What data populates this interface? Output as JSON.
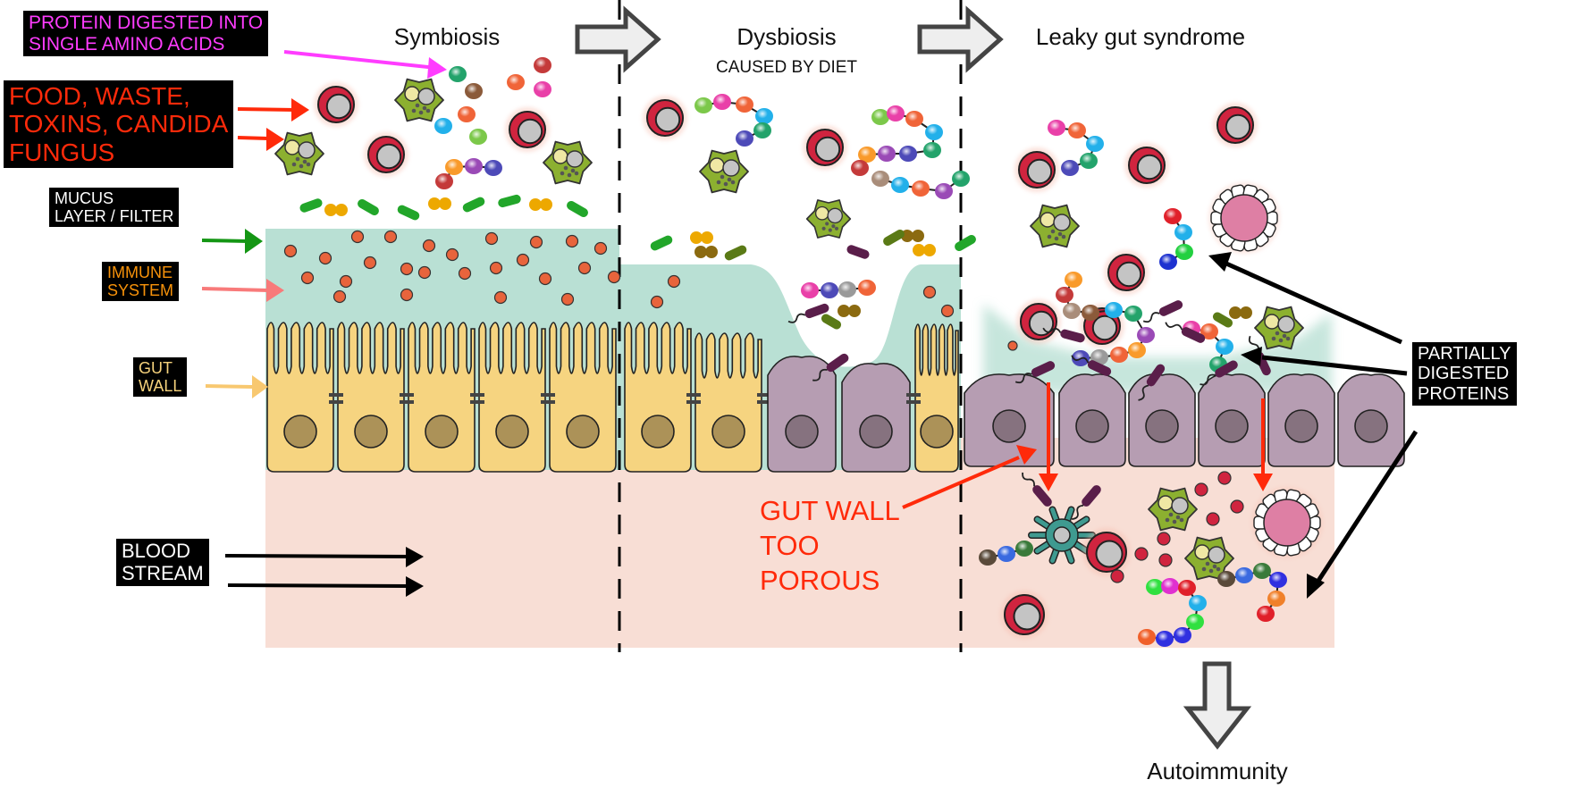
{
  "stages": [
    {
      "title": "Symbiosis",
      "subtitle": ""
    },
    {
      "title": "Dysbiosis",
      "subtitle": "CAUSED BY DIET"
    },
    {
      "title": "Leaky gut syndrome",
      "subtitle": ""
    }
  ],
  "outcome": "Autoimmunity",
  "labels": {
    "protein_digested": {
      "text": "PROTEIN DIGESTED INTO\nSINGLE AMINO ACIDS",
      "color": "#ff3cff"
    },
    "food_waste": {
      "text": "FOOD, WASTE,\nTOXINS, CANDIDA\nFUNGUS",
      "color": "#ff2a0a"
    },
    "mucus": {
      "text": "MUCUS\nLAYER / FILTER",
      "color": "#ffffff"
    },
    "immune": {
      "text": "IMMUNE\nSYSTEM",
      "color": "#f7920a"
    },
    "gut_wall": {
      "text": "GUT\nWALL",
      "color": "#f6d27c"
    },
    "blood": {
      "text": "BLOOD\nSTREAM",
      "color": "#ffffff"
    },
    "partially_digested": {
      "text": "PARTIALLY\nDIGESTED\nPROTEINS",
      "color": "#ffffff"
    },
    "porous": {
      "text": "GUT WALL\nTOO\nPOROUS",
      "color": "#ff2a0a"
    }
  },
  "colors": {
    "mucus": "#b9e0d4",
    "blood": "#f8ded5",
    "healthy_cell": "#f6d480",
    "healthy_nucleus": "#ac9258",
    "damaged_cell": "#b69db2",
    "damaged_nucleus": "#86727f",
    "immune_dot": "#e8643c",
    "blood_cell": "#d0243f",
    "candida": "#8cb030",
    "mucus_arrow": "#149614",
    "immune_arrow": "#f87a7a",
    "gut_arrow": "#f8c870",
    "red_arrow": "#ff2a0a",
    "magenta_arrow": "#ff3cff"
  }
}
